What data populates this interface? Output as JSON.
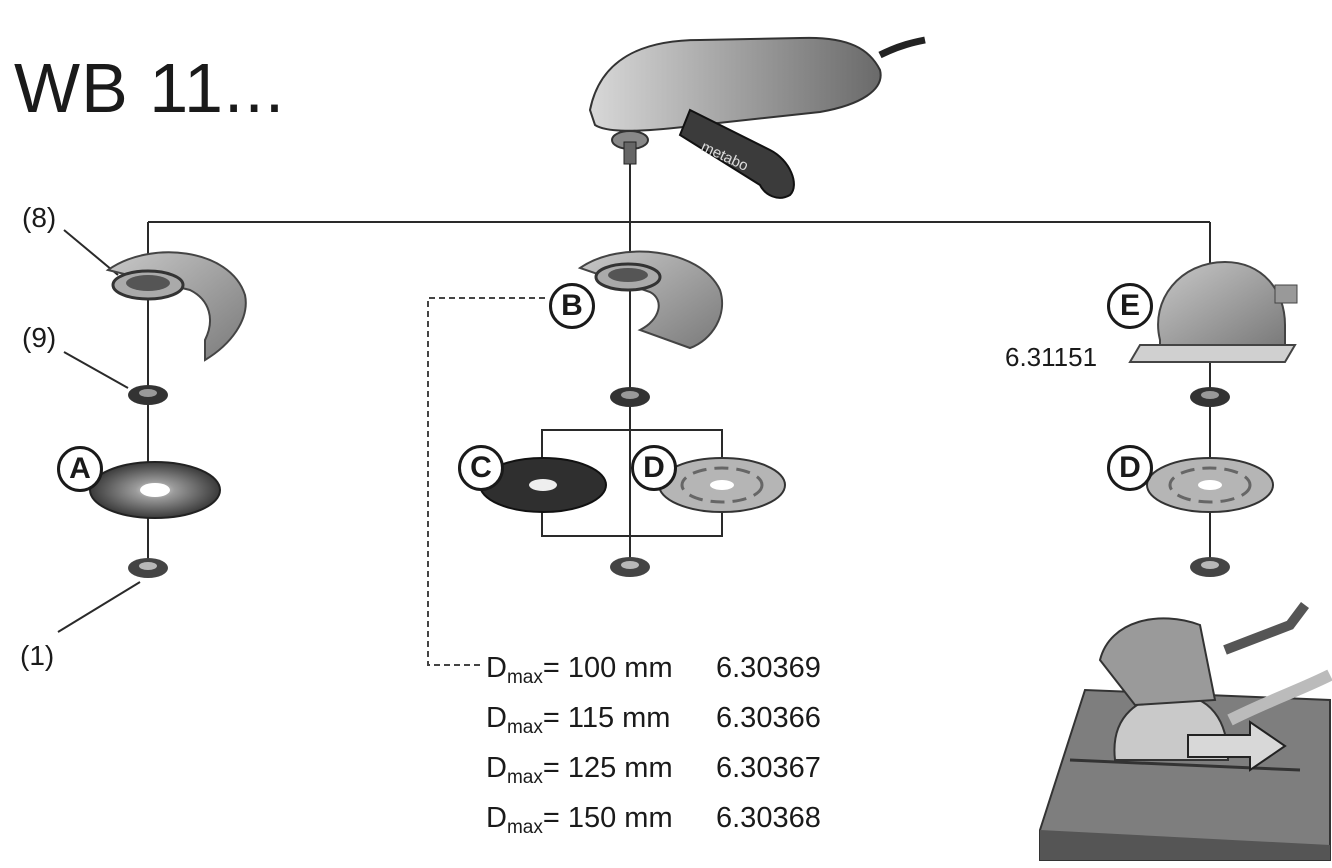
{
  "title": "WB 11...",
  "refs": {
    "r8": "(8)",
    "r9": "(9)",
    "r1": "(1)"
  },
  "badges": {
    "a": "A",
    "b": "B",
    "c": "C",
    "d1": "D",
    "d2": "D",
    "e": "E"
  },
  "guard_e_part": "6.31151",
  "spec_rows": [
    {
      "d": "D",
      "sub": "max",
      "size": "= 100 mm",
      "part": "6.30369"
    },
    {
      "d": "D",
      "sub": "max",
      "size": "= 115 mm",
      "part": "6.30366"
    },
    {
      "d": "D",
      "sub": "max",
      "size": "= 125 mm",
      "part": "6.30367"
    },
    {
      "d": "D",
      "sub": "max",
      "size": "= 150 mm",
      "part": "6.30368"
    }
  ],
  "brand_on_tool": "metabo"
}
